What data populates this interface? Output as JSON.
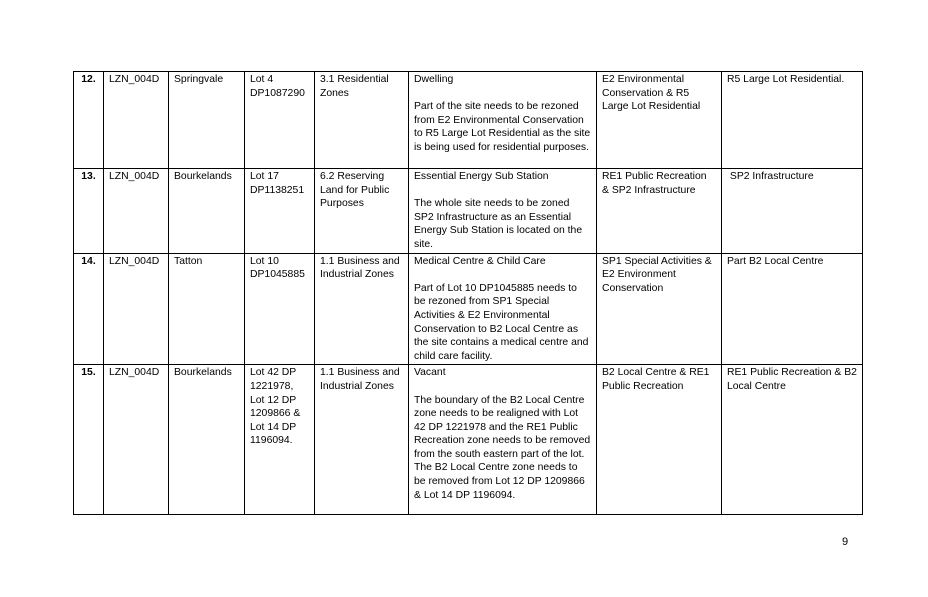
{
  "rows": [
    {
      "number": "12.",
      "map_sheet": "LZN_004D",
      "locality": "Springvale",
      "lot": "Lot 4 DP1087290",
      "section": "3.1 Residential Zones",
      "current_use": "Dwelling",
      "description": "Part of the site needs to be rezoned from E2 Environmental Conservation to R5 Large Lot Residential as the site is being used for residential purposes.",
      "current_zone": "E2 Environmental Conservation & R5 Large Lot Residential",
      "proposed_zone": "R5 Large Lot Residential."
    },
    {
      "number": "13.",
      "map_sheet": "LZN_004D",
      "locality": "Bourkelands",
      "lot": "Lot 17 DP1138251",
      "section": "6.2 Reserving Land for Public Purposes",
      "current_use": "Essential Energy Sub Station",
      "description": "The whole site needs to be zoned SP2 Infrastructure as an Essential Energy Sub Station is located on the site.",
      "current_zone": "RE1 Public Recreation & SP2 Infrastructure",
      "proposed_zone": " SP2 Infrastructure"
    },
    {
      "number": "14.",
      "map_sheet": "LZN_004D",
      "locality": "Tatton",
      "lot": "Lot 10 DP1045885",
      "section": "1.1 Business and Industrial Zones",
      "current_use": "Medical Centre & Child Care",
      "description": "Part of Lot 10 DP1045885 needs to be rezoned from SP1 Special Activities & E2 Environmental Conservation to B2 Local Centre as the site contains a medical centre and child care facility.",
      "current_zone": "SP1 Special Activities & E2 Environment Conservation",
      "proposed_zone": "Part B2 Local Centre"
    },
    {
      "number": "15.",
      "map_sheet": "LZN_004D",
      "locality": "Bourkelands",
      "lot": "Lot 42 DP 1221978, Lot 12 DP 1209866 & Lot 14 DP 1196094.",
      "section": "1.1 Business and Industrial Zones",
      "current_use": "Vacant",
      "description": "The boundary of the B2 Local Centre zone needs to be realigned with Lot 42 DP 1221978 and the RE1 Public Recreation zone needs to be removed from the south eastern part of the lot. The B2 Local Centre zone needs to be removed from Lot 12 DP 1209866 & Lot 14 DP 1196094.",
      "current_zone": "B2 Local Centre & RE1 Public Recreation",
      "proposed_zone": "RE1 Public Recreation & B2 Local Centre"
    }
  ],
  "page_number": "9"
}
